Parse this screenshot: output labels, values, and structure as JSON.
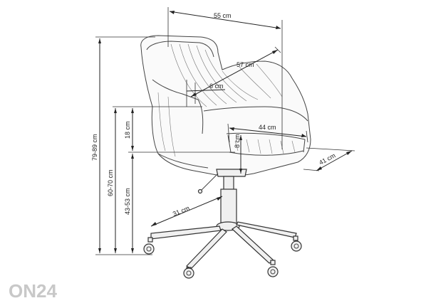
{
  "dimensions": {
    "width": "55 cm",
    "depth": "57 cm",
    "armrest_width": "6 cm",
    "seat_width": "44 cm",
    "seat_thickness": "8 cm",
    "seat_depth": "41 cm",
    "total_height": "79-89 cm",
    "armrest_height": "60-70 cm",
    "seat_height": "43-53 cm",
    "backrest_to_arm": "18 cm",
    "base_radius": "31 cm"
  },
  "watermark": "ON24"
}
